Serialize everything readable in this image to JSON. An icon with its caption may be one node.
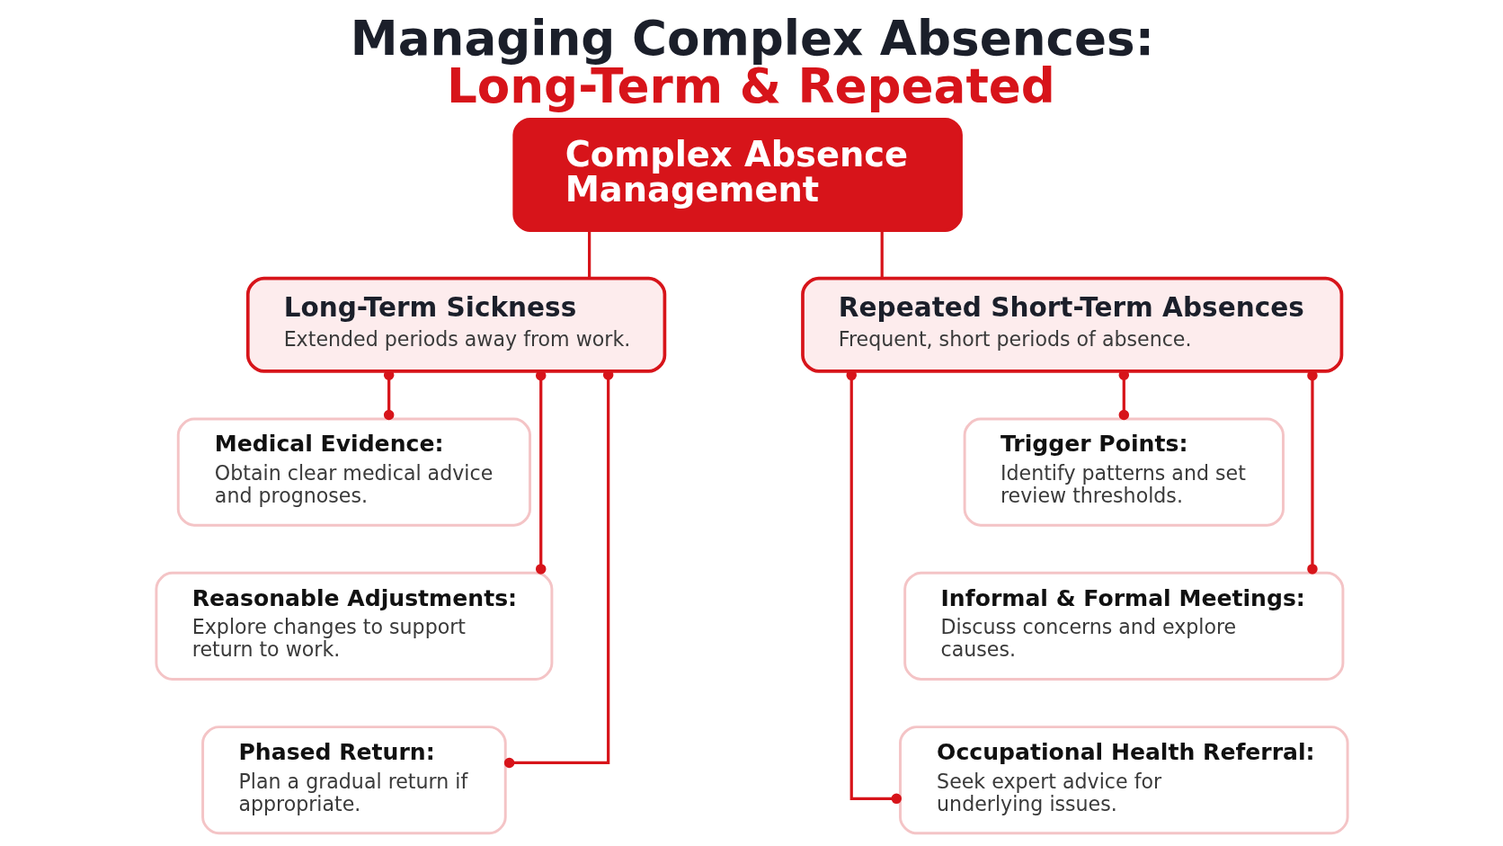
{
  "diagram": {
    "title": "Managing Complex Absences: Long-Term & Repeated",
    "nodes": [
      {
        "text": [
          "Complex Absence Management"
        ]
      },
      {
        "text": [
          "Long-Term Sickness",
          "Extended periods away from work."
        ]
      },
      {
        "text": [
          "Medical Evidence:",
          "Obtain clear medical advice and prognoses."
        ]
      },
      {
        "text": [
          "Reasonable Adjustments:",
          "Explore changes to support return to work."
        ]
      },
      {
        "text": [
          "Phased Return:",
          "Plan a gradual return if appropriate."
        ]
      },
      {
        "text": [
          "Repeated Short-Term Absences",
          "Frequent, short periods of absence."
        ]
      },
      {
        "text": [
          "Trigger Points:",
          "Identify patterns and set review thresholds."
        ]
      },
      {
        "text": [
          "Informal & Formal Meetings:",
          "Discuss concerns and explore causes."
        ]
      },
      {
        "text": [
          "Occupational Health Referral:",
          "Seek expert advice for underlying issues."
        ]
      }
    ],
    "edges": [
      {
        "from": 0,
        "to": 1,
        "arrow": "none"
      },
      {
        "from": 0,
        "to": 5,
        "arrow": "none"
      },
      {
        "from": 1,
        "to": 2,
        "arrow": "other"
      },
      {
        "from": 1,
        "to": 3,
        "arrow": "other"
      },
      {
        "from": 1,
        "to": 4,
        "arrow": "other"
      },
      {
        "from": 5,
        "to": 6,
        "arrow": "other"
      },
      {
        "from": 5,
        "to": 7,
        "arrow": "other"
      },
      {
        "from": 5,
        "to": 8,
        "arrow": "other"
      }
    ]
  }
}
